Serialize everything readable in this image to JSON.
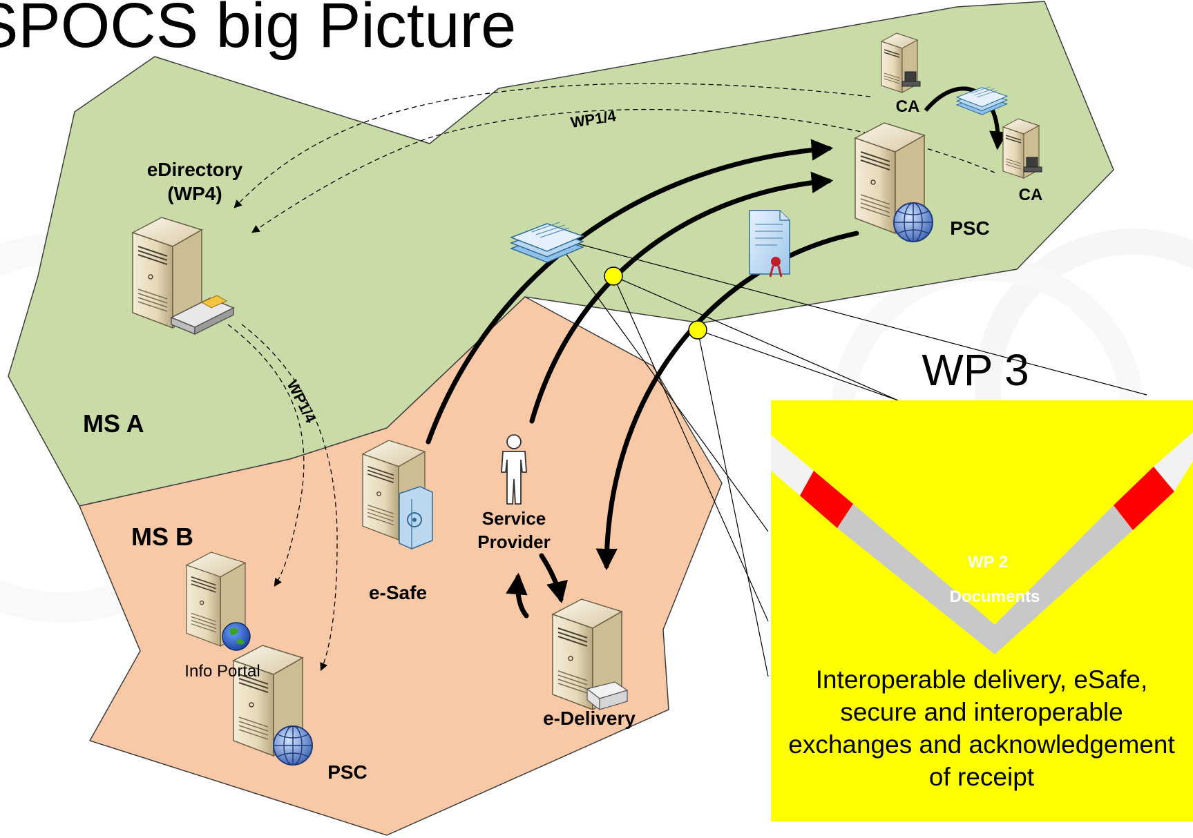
{
  "slide_title": "SPOCS big Picture",
  "regions": {
    "ms_a": "MS A",
    "ms_b": "MS B"
  },
  "wp3_label": "WP 3",
  "labels": {
    "edirectory_line1": "eDirectory",
    "edirectory_line2": "(WP4)",
    "wp14_top": "WP1/4",
    "wp14_side": "WP1/4",
    "ca_top": "CA",
    "ca_right": "CA",
    "psc_a": "PSC",
    "psc_b": "PSC",
    "info_portal": "Info Portal",
    "esafe": "e-Safe",
    "service_provider_line1": "Service",
    "service_provider_line2": "Provider",
    "edelivery": "e-Delivery",
    "wp2_line1": "WP 2",
    "wp2_line2": "Documents"
  },
  "wp3_description": "Interoperable delivery, eSafe, secure and interoperable exchanges and acknowledgement of receipt",
  "icons": [
    "server-icon",
    "printer-icon",
    "globe-icon",
    "safe-icon",
    "envelope-icon",
    "person-icon",
    "documents-icon",
    "certificate-icon"
  ],
  "colors": {
    "ms_a_fill": "#c9dca8",
    "ms_b_fill": "#f8c9a6",
    "highlight_yellow": "#ffff00",
    "connector_dot": "#ffff00",
    "wp2_band_gray": "#c0c0c0",
    "wp2_band_red": "#ff0000"
  }
}
